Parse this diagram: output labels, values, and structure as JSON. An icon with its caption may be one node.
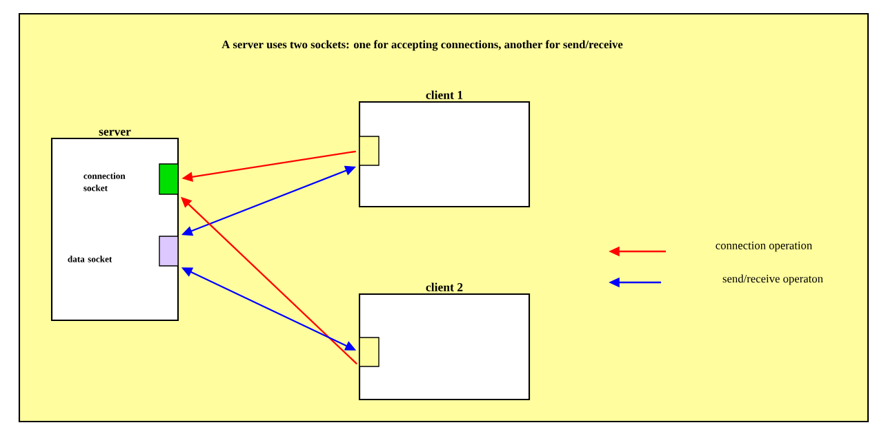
{
  "diagram": {
    "title": "A server uses two sockets: one for accepting connections, another for send/receive",
    "nodes": [
      {
        "text": [
          "server"
        ]
      },
      {
        "text": [],
        "shape": "box",
        "in": 0
      },
      {
        "text": [],
        "shape": "box",
        "in": 0
      },
      {
        "text": [
          "client 1"
        ]
      },
      {
        "text": [],
        "shape": "box",
        "in": 3
      },
      {
        "text": [
          "client 2"
        ]
      },
      {
        "text": [],
        "shape": "box",
        "in": 5
      }
    ],
    "edges": [
      {
        "from": 4,
        "to": 1,
        "arrow": "to",
        "color": "#ff0000"
      },
      {
        "from": 2,
        "to": 4,
        "arrow": "both",
        "color": "#0000ff"
      },
      {
        "from": 6,
        "to": 1,
        "arrow": "to",
        "color": "#ff0000"
      },
      {
        "from": 2,
        "to": 6,
        "arrow": "both",
        "color": "#0000ff"
      }
    ],
    "labels": [
      "connection socket",
      "data socket"
    ],
    "legend": [
      {
        "text": "connection operation"
      },
      {
        "text": "send/receive operaton"
      }
    ]
  }
}
